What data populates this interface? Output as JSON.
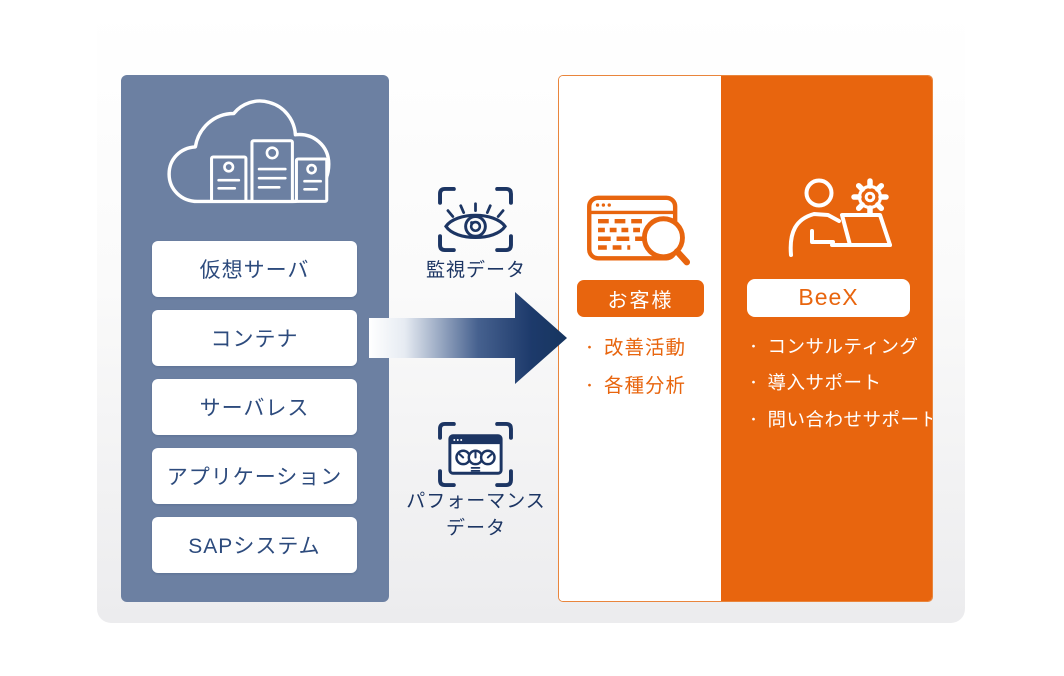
{
  "colors": {
    "panel_blue": "#6C80A2",
    "navy": "#16355F",
    "icon_navy": "#1C3563",
    "orange": "#E8650E",
    "box_text_blue": "#2D4B7D",
    "card_gray": "#ECECEE"
  },
  "diagram": {
    "source_panel": {
      "icon": "cloud-servers-icon",
      "items": [
        "仮想サーバ",
        "コンテナ",
        "サーバレス",
        "アプリケーション",
        "SAPシステム"
      ]
    },
    "flows": {
      "monitoring": {
        "icon": "eye-monitoring-icon",
        "label": "監視データ"
      },
      "performance": {
        "icon": "performance-dashboard-icon",
        "label_line1": "パフォーマンス",
        "label_line2": "データ"
      }
    },
    "customer": {
      "icon": "analysis-browser-magnifier-icon",
      "title": "お客様",
      "bullet_char": "・",
      "bullets": [
        "改善活動",
        "各種分析"
      ]
    },
    "beex": {
      "icon": "consultant-laptop-gear-icon",
      "title": "BeeX",
      "bullet_char": "・",
      "bullets": [
        "コンサルティング",
        "導入サポート",
        "問い合わせサポート"
      ]
    }
  }
}
